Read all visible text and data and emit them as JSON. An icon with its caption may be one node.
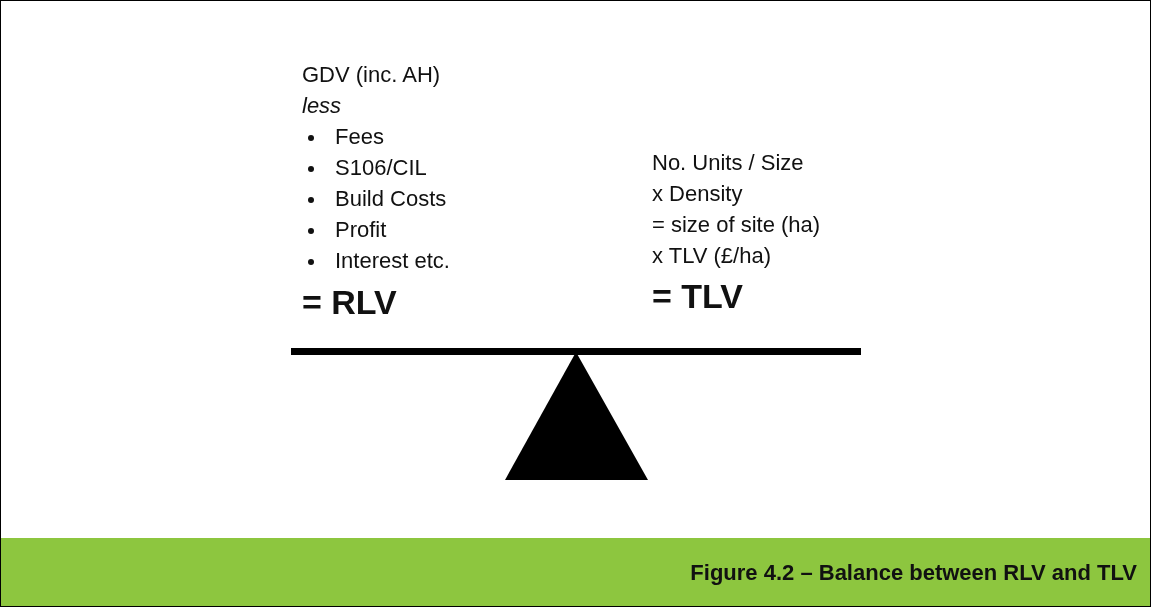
{
  "diagram": {
    "caption": "Figure 4.2 – Balance between RLV and TLV",
    "labels": [
      "GDV (inc. AH)",
      "less",
      "Fees",
      "S106/CIL",
      "Build Costs",
      "Profit",
      "Interest etc.",
      "= RLV",
      "No. Units / Size",
      "x Density",
      "= size of site (ha)",
      "x TLV (£/ha)",
      "= TLV"
    ]
  }
}
